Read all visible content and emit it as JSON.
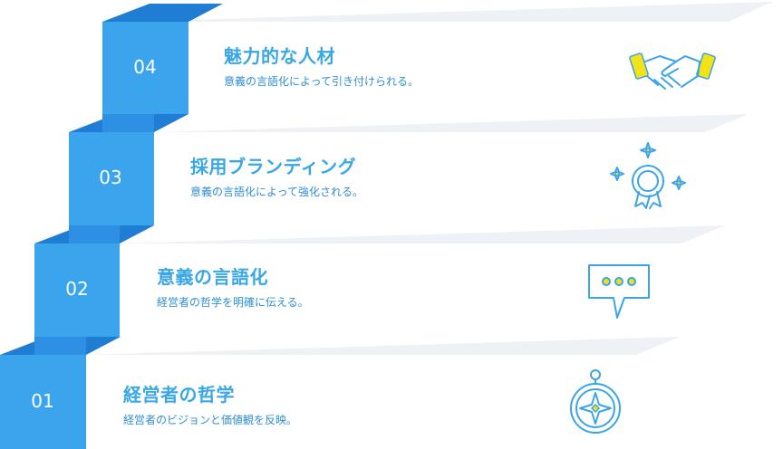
{
  "colors": {
    "block_front": "#3aa4ec",
    "block_top": "#1f7dd3",
    "block_side": "#2e90e2",
    "plate_front": "#ffffff",
    "plate_top": "#eef2f6",
    "title": "#39a7e6",
    "description": "#2f8fd0",
    "icon_line": "#3aa4e6",
    "icon_accent": "#f2e21a"
  },
  "steps": [
    {
      "number": "01",
      "title": "経営者の哲学",
      "description": "経営者のビジョンと価値観を反映。",
      "icon": "compass-icon"
    },
    {
      "number": "02",
      "title": "意義の言語化",
      "description": "経営者の哲学を明確に伝える。",
      "icon": "speech-bubble-icon"
    },
    {
      "number": "03",
      "title": "採用ブランディング",
      "description": "意義の言語化によって強化される。",
      "icon": "award-badge-icon"
    },
    {
      "number": "04",
      "title": "魅力的な人材",
      "description": "意義の言語化によって引き付けられる。",
      "icon": "handshake-icon"
    }
  ]
}
